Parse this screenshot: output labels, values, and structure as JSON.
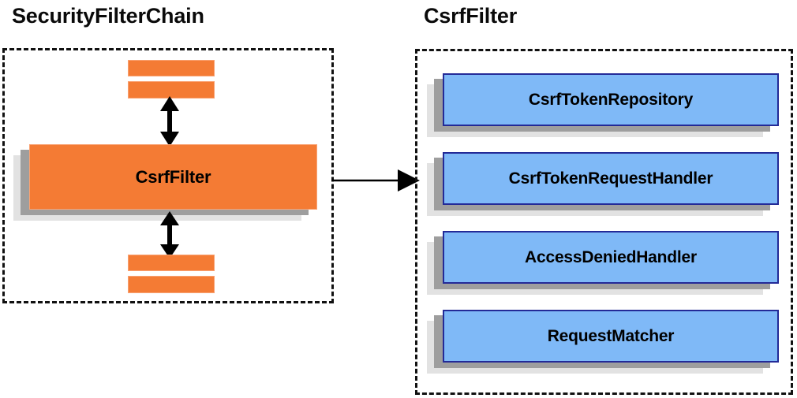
{
  "diagram": {
    "title_left": "SecurityFilterChain",
    "title_right": "CsrfFilter",
    "colors": {
      "orange_fill": "#F47B34",
      "orange_border": "#F9A273",
      "blue_fill": "#7FB9F7",
      "blue_border": "#232A97",
      "shadow_near": "#9E9E9E",
      "shadow_far": "#E2E2E2",
      "outline_dashed": "#111111",
      "text": "#000000"
    }
  },
  "left_panel": {
    "title": "SecurityFilterChain",
    "filter_node": {
      "label": "CsrfFilter"
    },
    "top_bars": [
      {
        "name": "filter-bar-top-1"
      },
      {
        "name": "filter-bar-top-2"
      }
    ],
    "bottom_bars": [
      {
        "name": "filter-bar-bottom-1"
      },
      {
        "name": "filter-bar-bottom-2"
      }
    ],
    "connectors": [
      {
        "name": "double-arrow-above-csrffilter",
        "kind": "double-vertical"
      },
      {
        "name": "double-arrow-below-csrffilter",
        "kind": "double-vertical"
      }
    ]
  },
  "right_panel": {
    "title": "CsrfFilter",
    "collaborators": [
      {
        "label": "CsrfTokenRepository"
      },
      {
        "label": "CsrfTokenRequestHandler"
      },
      {
        "label": "AccessDeniedHandler"
      },
      {
        "label": "RequestMatcher"
      }
    ]
  },
  "cross_connector": {
    "name": "arrow-securityfilterchain-to-csrffilter",
    "kind": "single-right"
  }
}
